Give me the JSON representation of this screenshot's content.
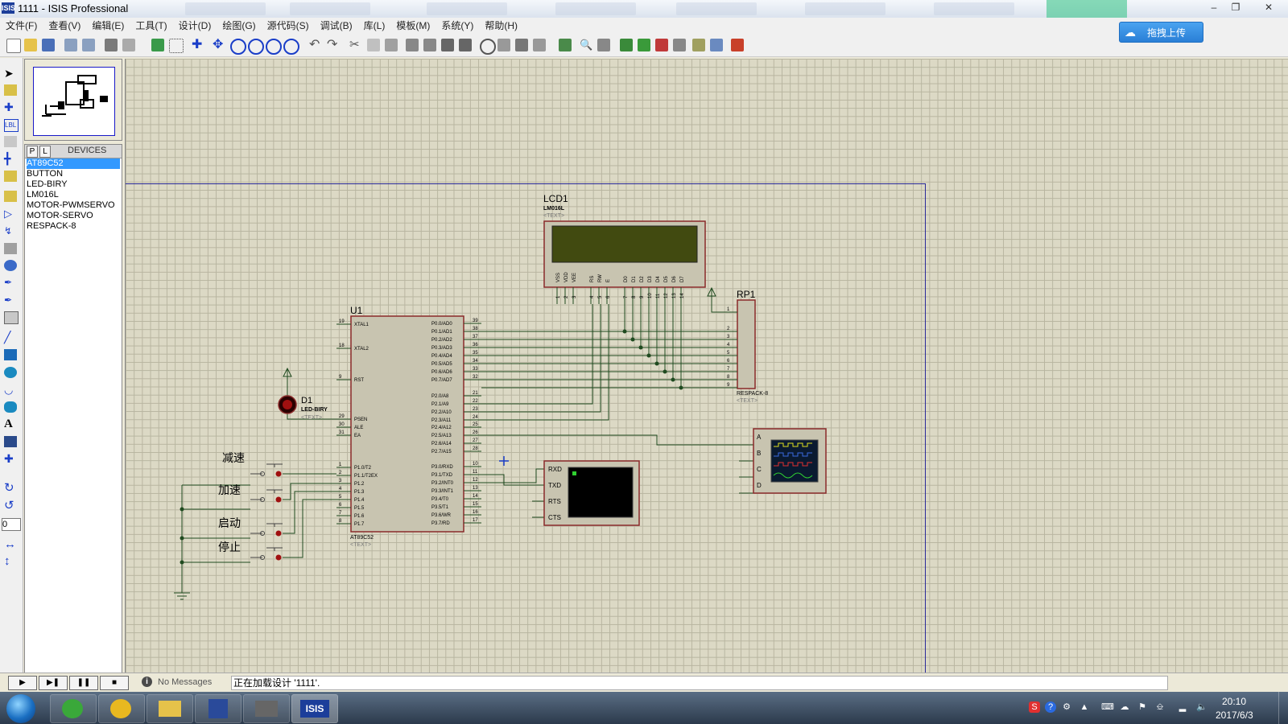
{
  "window": {
    "title": "1111 - ISIS Professional",
    "logo": "ISIS"
  },
  "menu": [
    "文件(F)",
    "查看(V)",
    "编辑(E)",
    "工具(T)",
    "设计(D)",
    "绘图(G)",
    "源代码(S)",
    "调试(B)",
    "库(L)",
    "模板(M)",
    "系统(Y)",
    "帮助(H)"
  ],
  "cloud_button": {
    "label": "拖拽上传",
    "icon": "cloud-icon"
  },
  "device_panel": {
    "tab_p": "P",
    "tab_l": "L",
    "header": "DEVICES",
    "items": [
      "AT89C52",
      "BUTTON",
      "LED-BIRY",
      "LM016L",
      "MOTOR-PWMSERVO",
      "MOTOR-SERVO",
      "RESPACK-8"
    ],
    "selected": "AT89C52"
  },
  "left_tools": {
    "rotation_value": "0"
  },
  "schematic": {
    "lcd": {
      "ref": "LCD1",
      "part": "LM016L",
      "text": "<TEXT>",
      "pin_names": [
        "VSS",
        "VDD",
        "VEE",
        "RS",
        "RW",
        "E",
        "D0",
        "D1",
        "D2",
        "D3",
        "D4",
        "D5",
        "D6",
        "D7"
      ],
      "pin_numbers": [
        "1",
        "2",
        "3",
        "4",
        "5",
        "6",
        "7",
        "8",
        "9",
        "10",
        "11",
        "12",
        "13",
        "14"
      ]
    },
    "mcu": {
      "ref": "U1",
      "part": "AT89C52",
      "text": "<TEXT>",
      "left_pins": [
        {
          "num": "19",
          "name": "XTAL1"
        },
        {
          "num": "18",
          "name": "XTAL2"
        },
        {
          "num": "9",
          "name": "RST"
        },
        {
          "num": "29",
          "name": "PSEN"
        },
        {
          "num": "30",
          "name": "ALE"
        },
        {
          "num": "31",
          "name": "EA"
        },
        {
          "num": "1",
          "name": "P1.0/T2"
        },
        {
          "num": "2",
          "name": "P1.1/T2EX"
        },
        {
          "num": "3",
          "name": "P1.2"
        },
        {
          "num": "4",
          "name": "P1.3"
        },
        {
          "num": "5",
          "name": "P1.4"
        },
        {
          "num": "6",
          "name": "P1.5"
        },
        {
          "num": "7",
          "name": "P1.6"
        },
        {
          "num": "8",
          "name": "P1.7"
        }
      ],
      "right_pins": [
        {
          "num": "39",
          "name": "P0.0/AD0"
        },
        {
          "num": "38",
          "name": "P0.1/AD1"
        },
        {
          "num": "37",
          "name": "P0.2/AD2"
        },
        {
          "num": "36",
          "name": "P0.3/AD3"
        },
        {
          "num": "35",
          "name": "P0.4/AD4"
        },
        {
          "num": "34",
          "name": "P0.5/AD5"
        },
        {
          "num": "33",
          "name": "P0.6/AD6"
        },
        {
          "num": "32",
          "name": "P0.7/AD7"
        },
        {
          "num": "21",
          "name": "P2.0/A8"
        },
        {
          "num": "22",
          "name": "P2.1/A9"
        },
        {
          "num": "23",
          "name": "P2.2/A10"
        },
        {
          "num": "24",
          "name": "P2.3/A11"
        },
        {
          "num": "25",
          "name": "P2.4/A12"
        },
        {
          "num": "26",
          "name": "P2.5/A13"
        },
        {
          "num": "27",
          "name": "P2.6/A14"
        },
        {
          "num": "28",
          "name": "P2.7/A15"
        },
        {
          "num": "10",
          "name": "P3.0/RXD"
        },
        {
          "num": "11",
          "name": "P3.1/TXD"
        },
        {
          "num": "12",
          "name": "P3.2/INT0"
        },
        {
          "num": "13",
          "name": "P3.3/INT1"
        },
        {
          "num": "14",
          "name": "P3.4/T0"
        },
        {
          "num": "15",
          "name": "P3.5/T1"
        },
        {
          "num": "16",
          "name": "P3.6/WR"
        },
        {
          "num": "17",
          "name": "P3.7/RD"
        }
      ]
    },
    "rp": {
      "ref": "RP1",
      "part": "RESPACK-8",
      "text": "<TEXT>",
      "pins": [
        "1",
        "2",
        "3",
        "4",
        "5",
        "6",
        "7",
        "8",
        "9"
      ]
    },
    "led": {
      "ref": "D1",
      "part": "LED-BIRY",
      "text": "<TEXT>"
    },
    "buttons": [
      "减速",
      "加速",
      "启动",
      "停止"
    ],
    "terminal": {
      "pins": [
        "RXD",
        "TXD",
        "RTS",
        "CTS"
      ]
    },
    "scope": {
      "channels": [
        "A",
        "B",
        "C",
        "D"
      ]
    }
  },
  "status": {
    "messages": "No Messages",
    "text": "正在加载设计 '1111'."
  },
  "taskbar": {
    "time": "20:10",
    "date": "2017/6/3",
    "isis_label": "ISIS"
  }
}
